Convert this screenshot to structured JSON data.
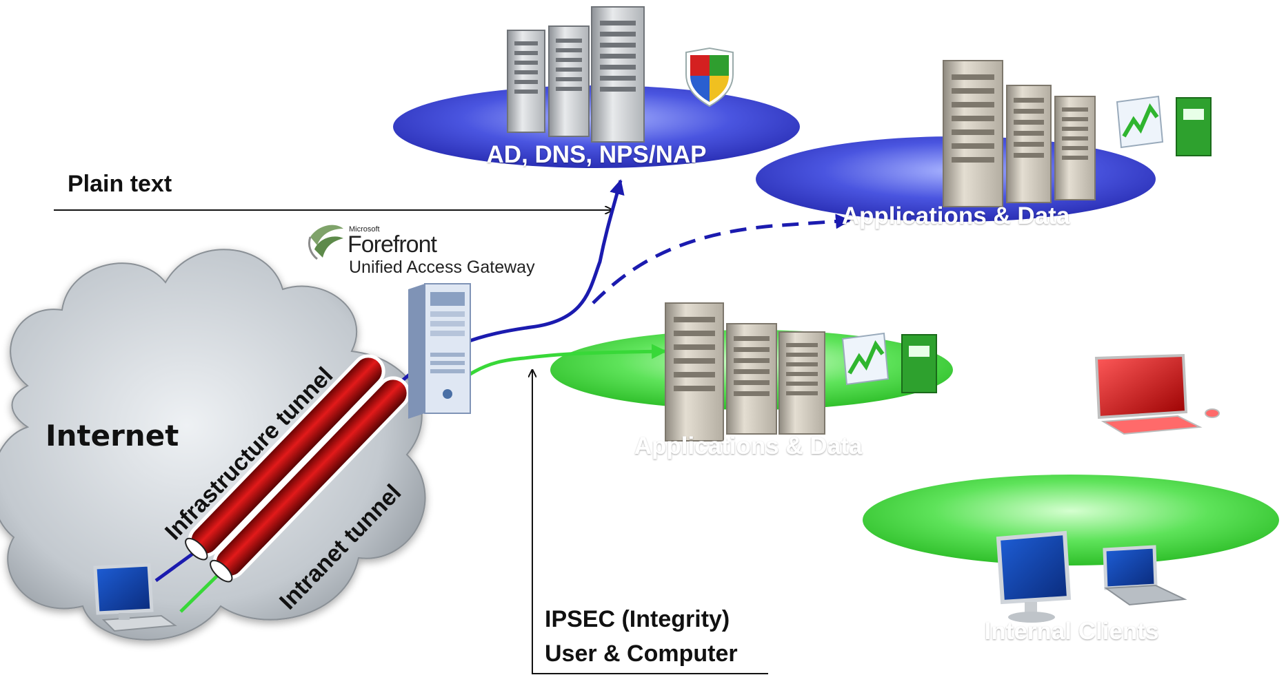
{
  "labels": {
    "plain_text": "Plain text",
    "internet": "Internet",
    "infrastructure_tunnel": "Infrastructure tunnel",
    "intranet_tunnel": "Intranet tunnel",
    "ipsec_line1": "IPSEC (Integrity)",
    "ipsec_line2": "User & Computer"
  },
  "gateway": {
    "vendor": "Microsoft",
    "product": "Forefront",
    "subtitle": "Unified Access Gateway"
  },
  "nodes": {
    "infrastructure": "AD, DNS, NPS/NAP",
    "apps_infra": "Applications & Data",
    "apps_intranet": "Applications & Data",
    "internal_clients": "Internal Clients"
  },
  "colors": {
    "blue_platform": "#3a3fd6",
    "green_platform": "#3ed63e",
    "blue_line": "#1b1baf",
    "green_line": "#38d838",
    "tunnel_red": "#d81515",
    "cloud": "#c9ced3"
  },
  "icons": [
    "server-cluster-icon",
    "shield-icon",
    "chart-icon",
    "notebook-icon",
    "gateway-server-icon",
    "laptop-icon",
    "desktop-monitor-icon",
    "forefront-logo-icon"
  ]
}
